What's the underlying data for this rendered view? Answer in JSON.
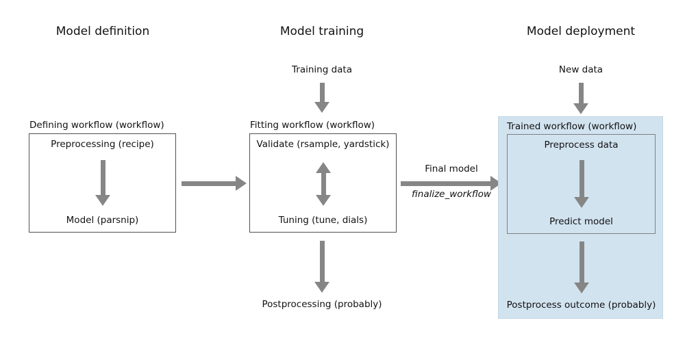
{
  "columns": {
    "definition": {
      "title": "Model definition",
      "workflow_label": "Defining workflow (workflow)",
      "step_top": "Preprocessing (recipe)",
      "step_bottom": "Model (parsnip)"
    },
    "training": {
      "title": "Model training",
      "input_label": "Training data",
      "workflow_label": "Fitting workflow (workflow)",
      "step_top": "Validate (rsample, yardstick)",
      "step_bottom": "Tuning (tune, dials)",
      "output_label": "Postprocessing (probably)"
    },
    "deployment": {
      "title": "Model deployment",
      "input_label": "New data",
      "workflow_label": "Trained workflow (workflow)",
      "step_top": "Preprocess data",
      "step_bottom": "Predict model",
      "output_label": "Postprocess outcome (probably)"
    }
  },
  "transitions": {
    "final_model_label": "Final model",
    "final_model_function": "finalize_workflow"
  },
  "colors": {
    "arrow": "#868686",
    "box_border": "#4f4f4f",
    "inner_box_border": "#7f7f7f",
    "deployment_fill": "#d2e3f0",
    "deployment_border": "#c2d6e4",
    "background": "#ffffff",
    "text": "#111111"
  }
}
